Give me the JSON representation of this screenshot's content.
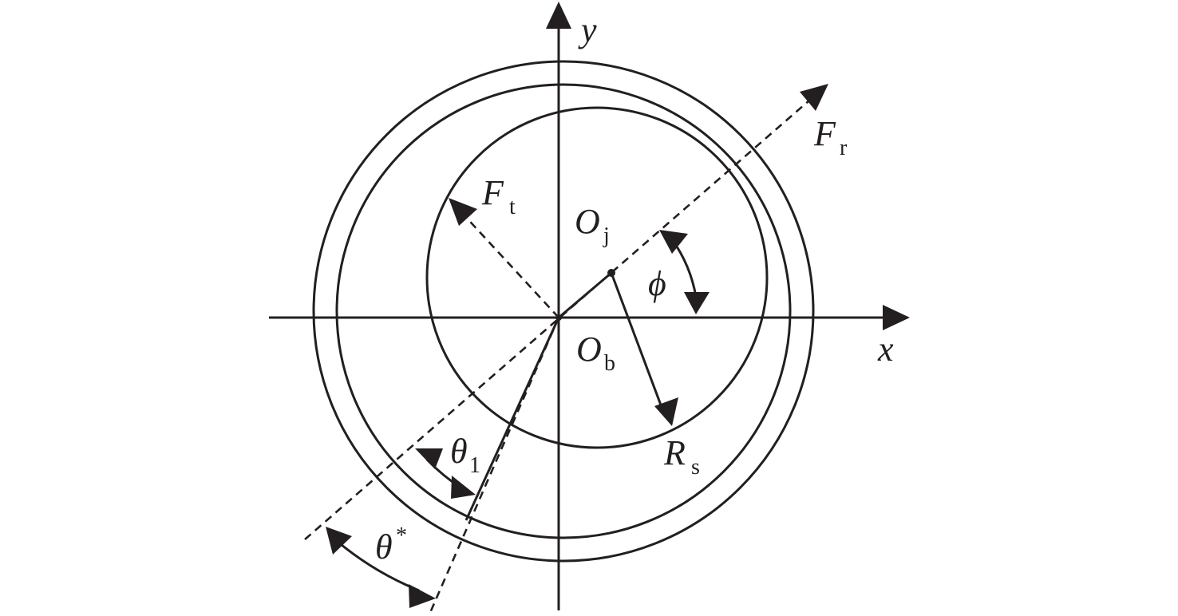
{
  "colors": {
    "ink": "#231f20",
    "background": "#ffffff"
  },
  "labels": {
    "y_axis": "y",
    "x_axis": "x",
    "Fr_main": "F",
    "Fr_sub": "r",
    "Ft_main": "F",
    "Ft_sub": "t",
    "Oj_main": "O",
    "Oj_sub": "j",
    "Ob_main": "O",
    "Ob_sub": "b",
    "phi": "ϕ",
    "Rs_main": "R",
    "Rs_sub": "s",
    "theta1_main": "θ",
    "theta1_sub": "1",
    "thetastar_main": "θ",
    "thetastar_sup": "*"
  }
}
